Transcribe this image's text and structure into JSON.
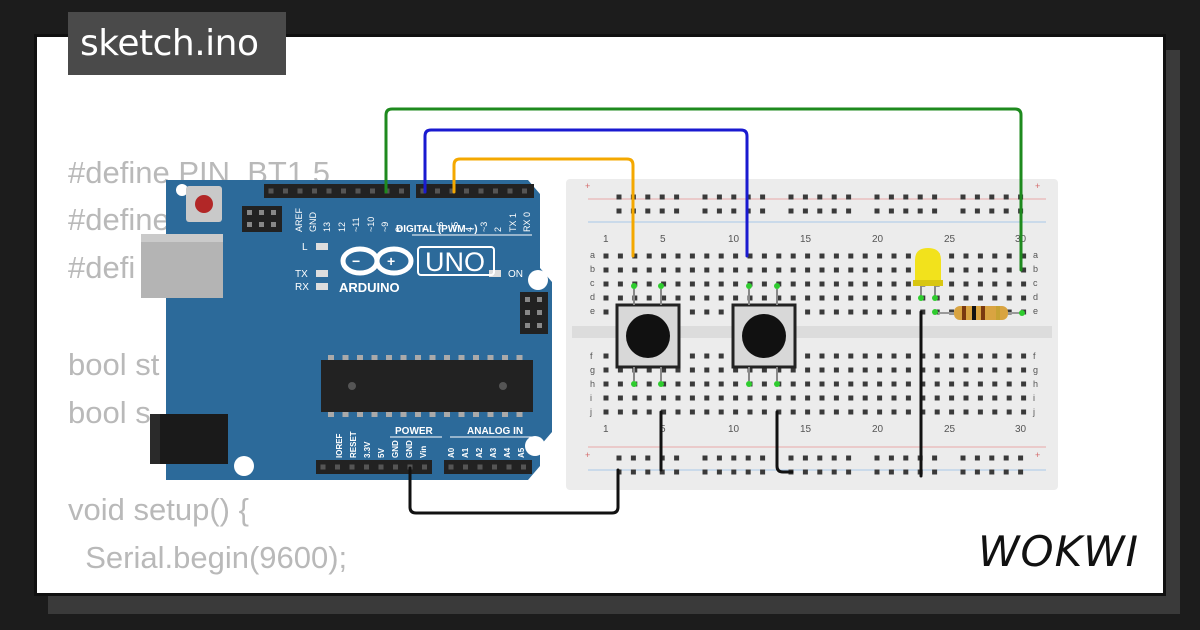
{
  "title": "sketch.ino",
  "brand": "WOKWI",
  "code_lines": [
    "#define PIN_BT1 5",
    "#define",
    "#defi",
    "bool st",
    "bool s",
    "void setup() {",
    "  Serial.begin(9600);"
  ],
  "arduino": {
    "model": "UNO",
    "brand": "ARDUINO",
    "digital_label": "DIGITAL (PWM ~)",
    "power_label": "POWER",
    "analog_label": "ANALOG IN",
    "led_labels": [
      "L",
      "TX",
      "RX",
      "ON"
    ],
    "top_pins": [
      "AREF",
      "GND",
      "13",
      "12",
      "~11",
      "~10",
      "~9",
      "8",
      "7",
      "~6",
      "~5",
      "4",
      "~3",
      "2",
      "TX 1",
      "RX 0"
    ],
    "power_pins": [
      "IOREF",
      "RESET",
      "3.3V",
      "5V",
      "GND",
      "GND",
      "Vin"
    ],
    "analog_pins": [
      "A0",
      "A1",
      "A2",
      "A3",
      "A4",
      "A5"
    ]
  },
  "breadboard": {
    "column_numbers": [
      "1",
      "5",
      "10",
      "15",
      "20",
      "25",
      "30"
    ],
    "rows_top": [
      "a",
      "b",
      "c",
      "d",
      "e"
    ],
    "rows_bottom": [
      "f",
      "g",
      "h",
      "i",
      "j"
    ],
    "rail_plus": "+",
    "rail_minus": "-"
  },
  "colors": {
    "wire_green": "#1e8a1e",
    "wire_blue": "#1a1ad0",
    "wire_orange": "#f4a800",
    "wire_black": "#111111",
    "board_blue": "#2c6a9a",
    "led_yellow": "#f2e21c"
  }
}
